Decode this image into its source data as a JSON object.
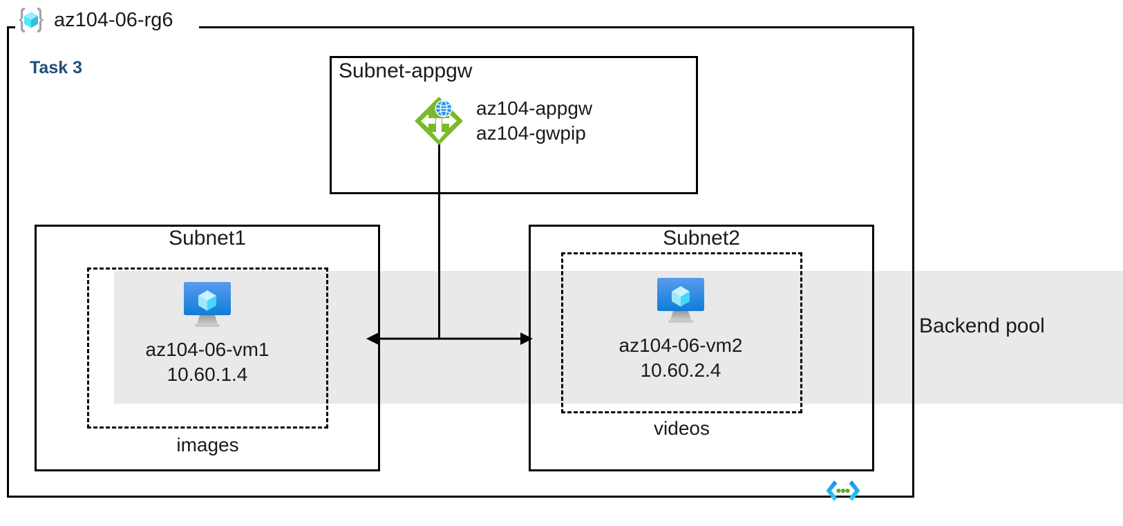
{
  "diagram": {
    "resource_group": {
      "name": "az104-06-rg6",
      "icon": "resource-group-cube-icon"
    },
    "task_label": "Task 3",
    "backend_pool_label": "Backend pool",
    "code_icon": "code-brackets-icon",
    "subnets": [
      {
        "id": "subnet-appgw",
        "title": "Subnet-appgw",
        "resource": {
          "icon": "application-gateway-icon",
          "lines": [
            "az104-appgw",
            "az104-gwpip"
          ]
        }
      },
      {
        "id": "subnet1",
        "title": "Subnet1",
        "caption": "images",
        "vm": {
          "icon": "virtual-machine-icon",
          "name": "az104-06-vm1",
          "ip": "10.60.1.4"
        }
      },
      {
        "id": "subnet2",
        "title": "Subnet2",
        "caption": "videos",
        "vm": {
          "icon": "virtual-machine-icon",
          "name": "az104-06-vm2",
          "ip": "10.60.2.4"
        }
      }
    ],
    "colors": {
      "backend_band": "#e9e9e9",
      "task_label": "#1f4e79",
      "appgw_green": "#7ab929",
      "appgw_globe_blue": "#0078d4",
      "vm_blue_top": "#5a9bee",
      "vm_blue_bottom": "#0f7dd8",
      "vm_cube_cyan": "#9fe8fb",
      "rg_bracket_gray": "#a3a3a3",
      "rg_cube_cyan": "#50e6ff",
      "code_icon_blue": "#1b8de0",
      "code_icon_cyan": "#31d3f5",
      "code_icon_green": "#5fa83c",
      "stroke": "#000000"
    }
  }
}
